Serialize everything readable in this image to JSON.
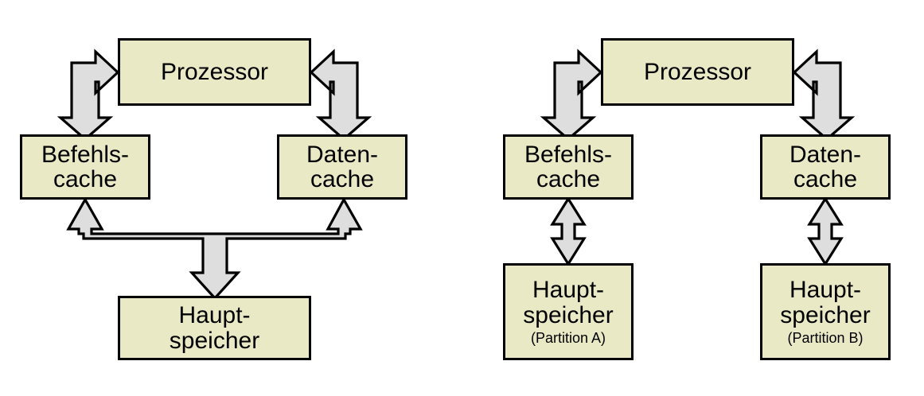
{
  "figure": {
    "background_color": "#ffffff",
    "box_fill_color": "#e9e9c6",
    "box_border_color": "#000000",
    "arrow_fill_color": "#dedede",
    "arrow_border_color": "#000000"
  },
  "left_diagram": {
    "processor": {
      "line1": "Prozessor"
    },
    "instruction_cache": {
      "line1": "Befehls-",
      "line2": "cache"
    },
    "data_cache": {
      "line1": "Daten-",
      "line2": "cache"
    },
    "main_memory": {
      "line1": "Haupt-",
      "line2": "speicher"
    },
    "arrows": [
      {
        "name": "processor-to-instruction-cache",
        "shape": "elbow-double-head",
        "heads": [
          "right",
          "down"
        ]
      },
      {
        "name": "processor-to-data-cache",
        "shape": "elbow-double-head",
        "heads": [
          "left",
          "down"
        ]
      },
      {
        "name": "memory-to-both-caches",
        "shape": "tee-triple-head",
        "heads": [
          "up-left",
          "up-right",
          "down"
        ]
      }
    ]
  },
  "right_diagram": {
    "processor": {
      "line1": "Prozessor"
    },
    "instruction_cache": {
      "line1": "Befehls-",
      "line2": "cache"
    },
    "data_cache": {
      "line1": "Daten-",
      "line2": "cache"
    },
    "main_memory_a": {
      "line1": "Haupt-",
      "line2": "speicher",
      "line3": "(Partition A)"
    },
    "main_memory_b": {
      "line1": "Haupt-",
      "line2": "speicher",
      "line3": "(Partition B)"
    },
    "arrows": [
      {
        "name": "processor-to-instruction-cache",
        "shape": "elbow-double-head",
        "heads": [
          "right",
          "down"
        ]
      },
      {
        "name": "processor-to-data-cache",
        "shape": "elbow-double-head",
        "heads": [
          "left",
          "down"
        ]
      },
      {
        "name": "instruction-cache-to-memory-a",
        "shape": "vertical-double-head",
        "heads": [
          "up",
          "down"
        ]
      },
      {
        "name": "data-cache-to-memory-b",
        "shape": "vertical-double-head",
        "heads": [
          "up",
          "down"
        ]
      }
    ]
  }
}
